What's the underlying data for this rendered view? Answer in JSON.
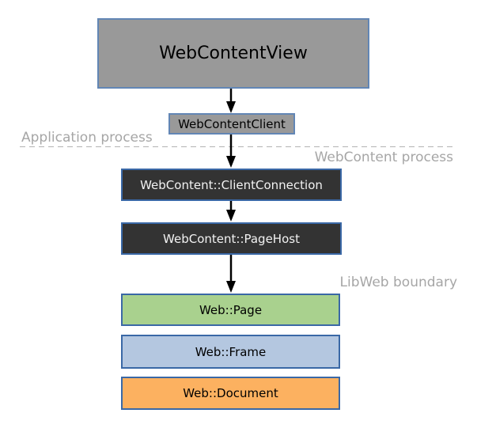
{
  "nodes": {
    "webcontentview": {
      "label": "WebContentView"
    },
    "webcontentclient": {
      "label": "WebContentClient"
    },
    "clientconnection": {
      "label": "WebContent::ClientConnection"
    },
    "pagehost": {
      "label": "WebContent::PageHost"
    },
    "web_page": {
      "label": "Web::Page"
    },
    "web_frame": {
      "label": "Web::Frame"
    },
    "web_document": {
      "label": "Web::Document"
    }
  },
  "labels": {
    "application_process": "Application process",
    "webcontent_process": "WebContent process",
    "libweb_boundary": "LibWeb boundary"
  },
  "colors": {
    "node_gray": "#999999",
    "node_dark": "#333333",
    "node_green": "#a9d18e",
    "node_blue": "#b4c7e0",
    "node_orange": "#fcb160",
    "border_light": "#6286b5",
    "border_strong": "#3a68a6",
    "label_gray": "#a6a6a6",
    "dash_gray": "#b3b3b3",
    "arrow_black": "#000000"
  }
}
